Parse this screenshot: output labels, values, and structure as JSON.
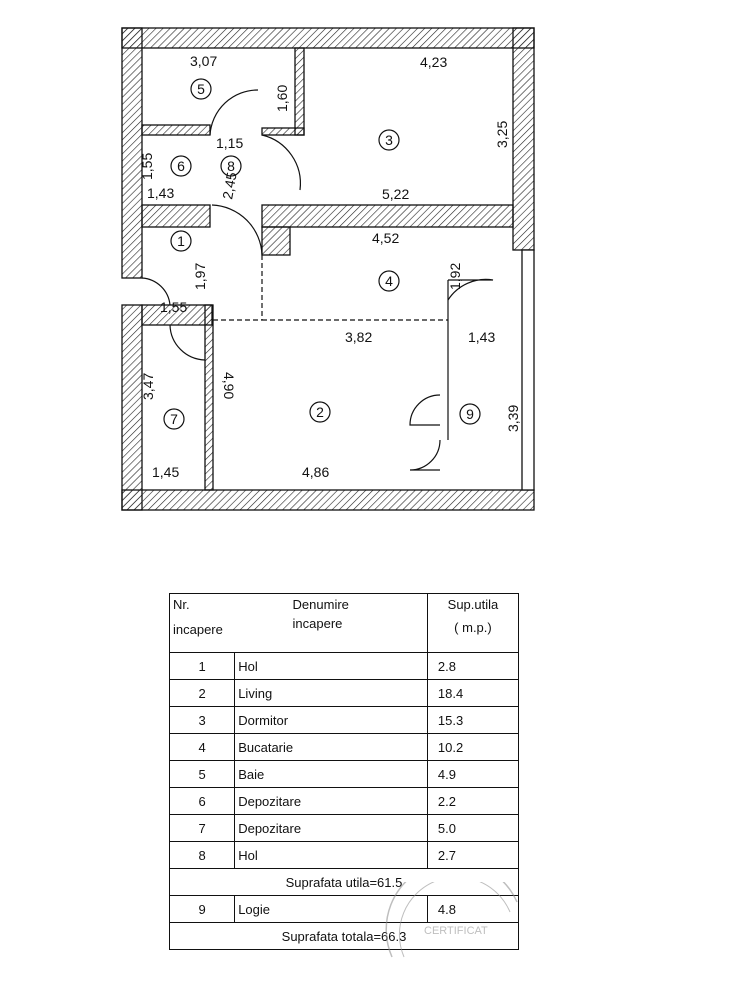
{
  "plan": {
    "dimensions": [
      "3,07",
      "4,23",
      "1,60",
      "3,25",
      "1,15",
      "1,55",
      "1,43",
      "2,45",
      "5,22",
      "4,52",
      "1,92",
      "1,97",
      "1,55",
      "3,82",
      "1,43",
      "3,47",
      "4,90",
      "3,39",
      "1,45",
      "4,86"
    ],
    "room_numbers": [
      "1",
      "2",
      "3",
      "4",
      "5",
      "6",
      "7",
      "8",
      "9"
    ]
  },
  "table": {
    "head": {
      "nr_line1": "Nr.",
      "nr_line2": "incapere",
      "name_line1": "Denumire",
      "name_line2": "incapere",
      "area_line1": "Sup.utila",
      "area_line2": "( m.p.)"
    },
    "rows": [
      {
        "nr": "1",
        "name": "Hol",
        "area": "2.8"
      },
      {
        "nr": "2",
        "name": "Living",
        "area": "18.4"
      },
      {
        "nr": "3",
        "name": "Dormitor",
        "area": "15.3"
      },
      {
        "nr": "4",
        "name": "Bucatarie",
        "area": "10.2"
      },
      {
        "nr": "5",
        "name": "Baie",
        "area": "4.9"
      },
      {
        "nr": "6",
        "name": "Depozitare",
        "area": "2.2"
      },
      {
        "nr": "7",
        "name": "Depozitare",
        "area": "5.0"
      },
      {
        "nr": "8",
        "name": "Hol",
        "area": "2.7"
      }
    ],
    "useful_total": "Suprafata utila=61.5",
    "loggia": {
      "nr": "9",
      "name": "Logie",
      "area": "4.8"
    },
    "grand_total": "Suprafata totala=66.3"
  },
  "stamp": {
    "text": "CERTIFICAT"
  },
  "colors": {
    "ink": "#111111",
    "hatch": "#222222",
    "stamp": "#8a8a8a"
  }
}
